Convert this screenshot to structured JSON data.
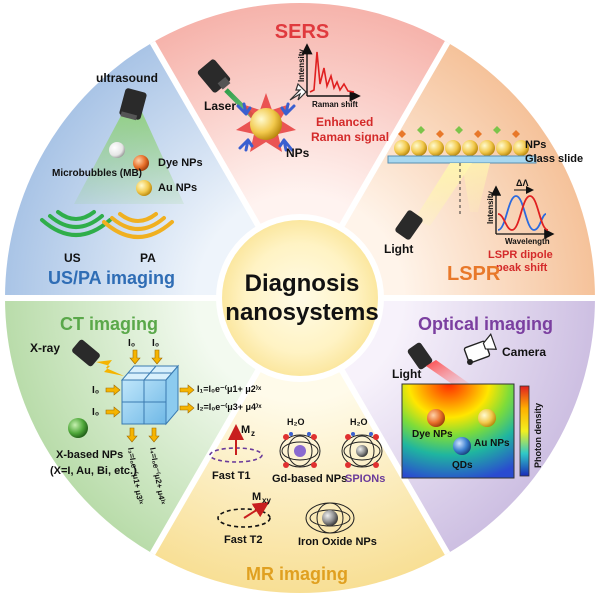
{
  "center": {
    "line1": "Diagnosis",
    "line2": "nanosystems"
  },
  "sers": {
    "title": "SERS",
    "laser": "Laser",
    "nps": "NPs",
    "y_axis": "Intensity",
    "x_axis": "Raman shift",
    "caption1": "Enhanced",
    "caption2": "Raman signal"
  },
  "lspr": {
    "title": "LSPR",
    "nps": "NPs",
    "glass": "Glass slide",
    "light": "Light",
    "delta": "ΔΛ",
    "y_axis": "Intensity",
    "x_axis": "Wavelength",
    "caption1": "LSPR dipole",
    "caption2": "peak shift"
  },
  "optical": {
    "title": "Optical imaging",
    "camera": "Camera",
    "light": "Light",
    "dye": "Dye NPs",
    "au": "Au NPs",
    "qds": "QDs",
    "colorbar": "Photon density"
  },
  "mr": {
    "title": "MR imaging",
    "mz": "M",
    "mz_sub": "z",
    "mxy": "M",
    "mxy_sub": "xy",
    "fast_t1": "Fast T1",
    "gd": "Gd-based NPs",
    "spions": "SPIONs",
    "h2o_a": "H₂O",
    "h2o_b": "H₂O",
    "fast_t2": "Fast T2",
    "iron": "Iron Oxide NPs"
  },
  "ct": {
    "title": "CT imaging",
    "xray": "X-ray",
    "i0_top_a": "I₀",
    "i0_top_b": "I₀",
    "i0_left_a": "I₀",
    "i0_left_b": "I₀",
    "eq1": "I₁=I₀e⁻⁽μ1+ μ2⁾ˣ",
    "eq2": "I₂=I₀e⁻⁽μ3+ μ4⁾ˣ",
    "eq3": "I₃=I₀e⁻⁽μ1+ μ3⁾ˣ",
    "eq4": "I₄=I₀e⁻⁽μ2+ μ4⁾ˣ",
    "xnps": "X-based NPs",
    "xnps_list": "(X=I, Au, Bi, etc.)"
  },
  "us": {
    "title": "US/PA imaging",
    "ultrasound": "ultrasound",
    "mb": "Microbubbles (MB)",
    "dye": "Dye NPs",
    "au": "Au NPs",
    "us_label": "US",
    "pa_label": "PA"
  },
  "colors": {
    "sers": "#e03a3e",
    "lspr": "#e8782a",
    "optical": "#7b3fa0",
    "mr": "#e0a020",
    "ct": "#5aa84a",
    "us": "#2f6db5"
  }
}
